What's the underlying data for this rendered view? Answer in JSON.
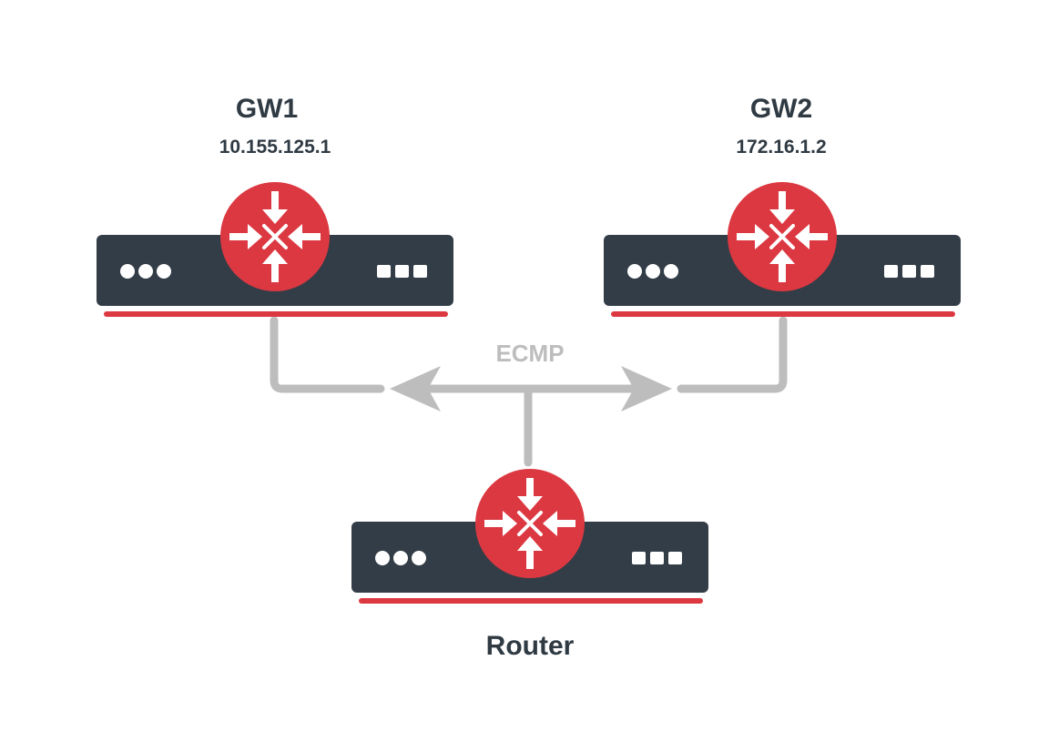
{
  "colors": {
    "device_body": "#333d47",
    "accent_red": "#dc3841",
    "link_gray": "#bdbdbd",
    "text_dark": "#2f3a43",
    "white": "#ffffff"
  },
  "nodes": {
    "gw1": {
      "name": "GW1",
      "ip": "10.155.125.1",
      "icon": "router-icon"
    },
    "gw2": {
      "name": "GW2",
      "ip": "172.16.1.2",
      "icon": "router-icon"
    },
    "router": {
      "name": "Router",
      "icon": "router-icon"
    }
  },
  "link": {
    "label": "ECMP",
    "type": "bidirectional-arrow"
  }
}
